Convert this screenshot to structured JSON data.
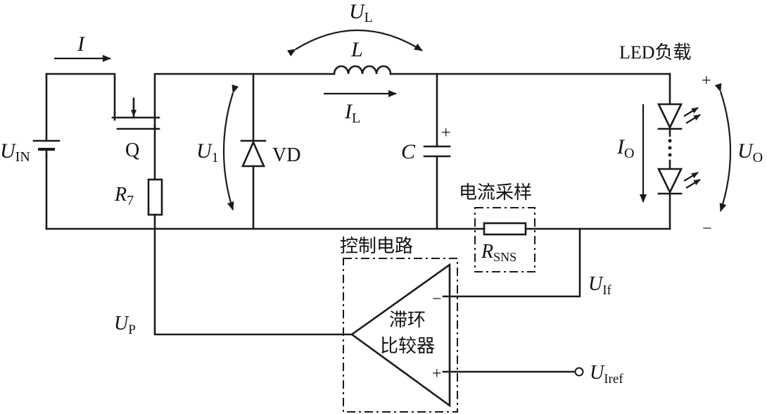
{
  "diagram": {
    "current_in": "I",
    "voltage_in": {
      "main": "U",
      "sub": "IN"
    },
    "switch": "Q",
    "resistor_r7": {
      "main": "R",
      "sub": "7"
    },
    "voltage_p": {
      "main": "U",
      "sub": "P"
    },
    "diode_voltage": {
      "main": "U",
      "sub": "1"
    },
    "diode": "VD",
    "inductor_voltage": {
      "main": "U",
      "sub": "L"
    },
    "inductor": "L",
    "inductor_current": {
      "main": "I",
      "sub": "L"
    },
    "capacitor": "C",
    "capacitor_plus": "+",
    "load_title": "LED负载",
    "output_current": {
      "main": "I",
      "sub": "O"
    },
    "output_voltage": {
      "main": "U",
      "sub": "O"
    },
    "output_plus": "+",
    "output_minus": "−",
    "sampling_title": "电流采样",
    "sense_resistor": {
      "main": "R",
      "sub": "SNS"
    },
    "control_title": "控制电路",
    "comparator_line1": "滞环",
    "comparator_line2": "比较器",
    "comparator_minus": "−",
    "comparator_plus": "+",
    "feedback_voltage": {
      "main": "U",
      "sub": "If"
    },
    "reference_voltage": {
      "main": "U",
      "sub": "Iref"
    }
  }
}
